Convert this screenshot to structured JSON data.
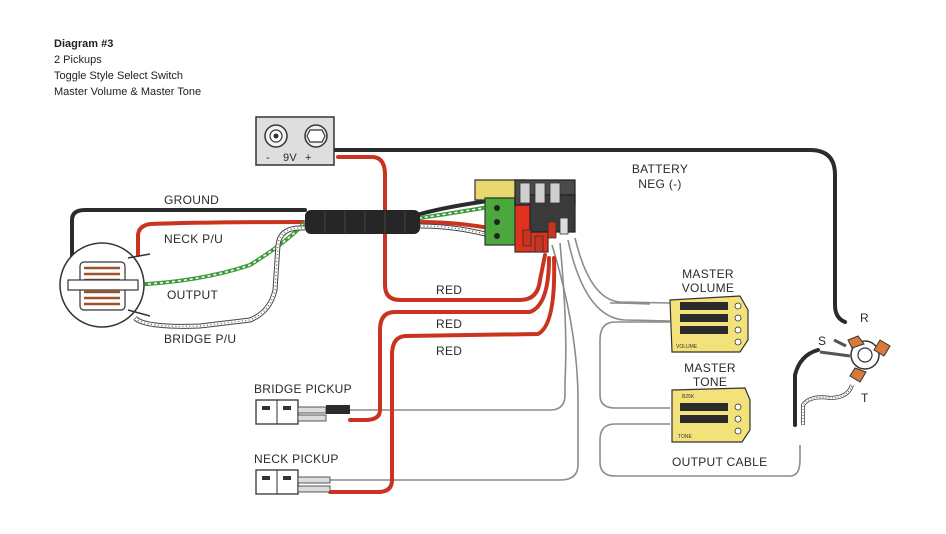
{
  "header": {
    "title": "Diagram #3",
    "line1": "2 Pickups",
    "line2": "Toggle Style Select Switch",
    "line3": "Master Volume & Master Tone"
  },
  "battery": {
    "minus": "-",
    "voltage": "9V",
    "plus": "+"
  },
  "labels": {
    "ground": "GROUND",
    "neck_pu": "NECK P/U",
    "output": "OUTPUT",
    "bridge_pu": "BRIDGE P/U",
    "red1": "RED",
    "red2": "RED",
    "red3": "RED",
    "battery_neg_1": "BATTERY",
    "battery_neg_2": "NEG (-)",
    "master_volume_1": "MASTER",
    "master_volume_2": "VOLUME",
    "master_tone_1": "MASTER",
    "master_tone_2": "TONE",
    "output_cable": "OUTPUT CABLE",
    "bridge_pickup": "BRIDGE PICKUP",
    "neck_pickup": "NECK PICKUP",
    "jack_s": "S",
    "jack_r": "R",
    "jack_t": "T"
  },
  "pot_text": {
    "volume_side": "VOLUME",
    "tone_top": "B25K",
    "tone_side": "TONE"
  },
  "colors": {
    "black_wire": "#2b2b2b",
    "red_wire": "#c8341f",
    "green_wire": "#3f9a3c",
    "grey_wire": "#9a9a9a",
    "pot_yellow": "#f3e27a",
    "switch_yellow": "#e8d870",
    "switch_red": "#e0301e",
    "switch_green": "#4aa83d"
  }
}
